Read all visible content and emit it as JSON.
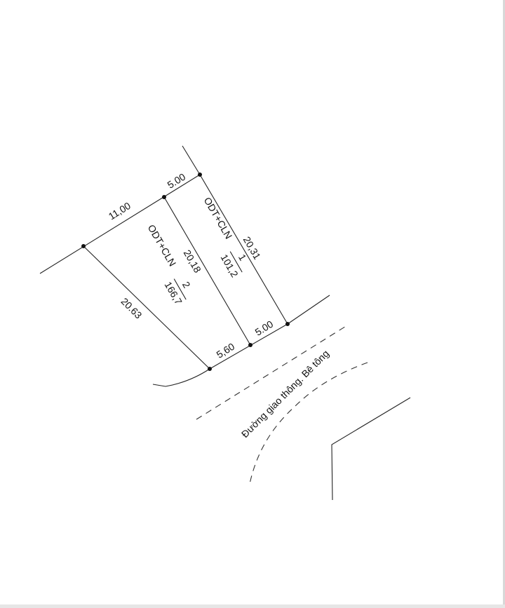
{
  "dimensions": {
    "top_left": "11,00",
    "top_right": "5.00",
    "right_side": "20,31",
    "middle_side": "20,18",
    "left_side": "20.63",
    "bottom_right": "5.00",
    "bottom_left": "5,60"
  },
  "parcels": [
    {
      "land_use": "ODT+CLN",
      "number": "1",
      "area": "101,2"
    },
    {
      "land_use": "ODT+CLN",
      "number": "2",
      "area": "166,7"
    }
  ],
  "road": {
    "label": "Đường giao thông. Bê tông"
  }
}
